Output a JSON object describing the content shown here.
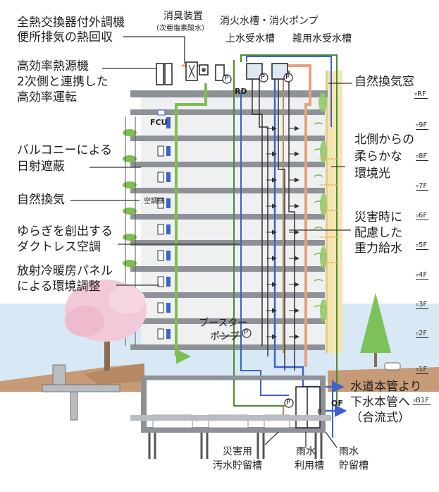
{
  "labels": {
    "heat_exchanger": [
      "全熱交換器付外調機",
      "便所排気の熱回収"
    ],
    "heat_source": [
      "高効率熱源機",
      "2次側と連携した",
      "高効率運転"
    ],
    "deodorizer": "消臭装置",
    "deodorizer_sub": "（次亜塩素酸水）",
    "fire_tank": "消火水槽・消火ポンプ",
    "upper_tank": "上水受水槽",
    "misc_tank": "雑用水受水槽",
    "natural_window": "自然換気窓",
    "balcony": [
      "バルコニーによる",
      "日射遮蔽"
    ],
    "natural_vent": "自然換気",
    "ductless": [
      "ゆらぎを創出する",
      "ダクトレス空調"
    ],
    "radiant": [
      "放射冷暖房パネル",
      "による環境調整"
    ],
    "north_light": [
      "北側からの",
      "柔らかな",
      "環境光"
    ],
    "gravity": [
      "災害時に",
      "配慮した",
      "重力給水"
    ],
    "water_main": "水道本管より",
    "sewer_main": "下水本管へ",
    "combined": "（合流式）",
    "booster": [
      "ブースター",
      "ポンプ"
    ],
    "fcu": "FCU",
    "ac_unit": "空調機",
    "rd": "RD",
    "of": "OF",
    "disaster_tank": [
      "災害用",
      "汚水貯留槽"
    ],
    "rain_use": [
      "雨水",
      "利用槽"
    ],
    "rain_store": [
      "雨水",
      "貯留槽"
    ],
    "pump_symbol": "P"
  },
  "floors": [
    "RF",
    "9F",
    "8F",
    "7F",
    "6F",
    "5F",
    "4F",
    "3F",
    "2F",
    "1F",
    "B1F"
  ],
  "colors": {
    "slab": "#8e9297",
    "slab_dark": "#6f7378",
    "building_bg": "#eef0f2",
    "green_pipe": "#4e8a2e",
    "blue_pipe": "#3d63c7",
    "orange_pipe": "#e8a27a",
    "brown_pipe": "#b58b62",
    "gray_pipe": "#5a5a5a",
    "yellow_arrow": "#f2a93b",
    "green_flow": "#7fbf4f",
    "ground": "#c79b77",
    "sky": "#d8e9f5",
    "north_wall": "#f4e6b3",
    "cherry": "#f2c9d8",
    "tree_green": "#7cc25a"
  }
}
